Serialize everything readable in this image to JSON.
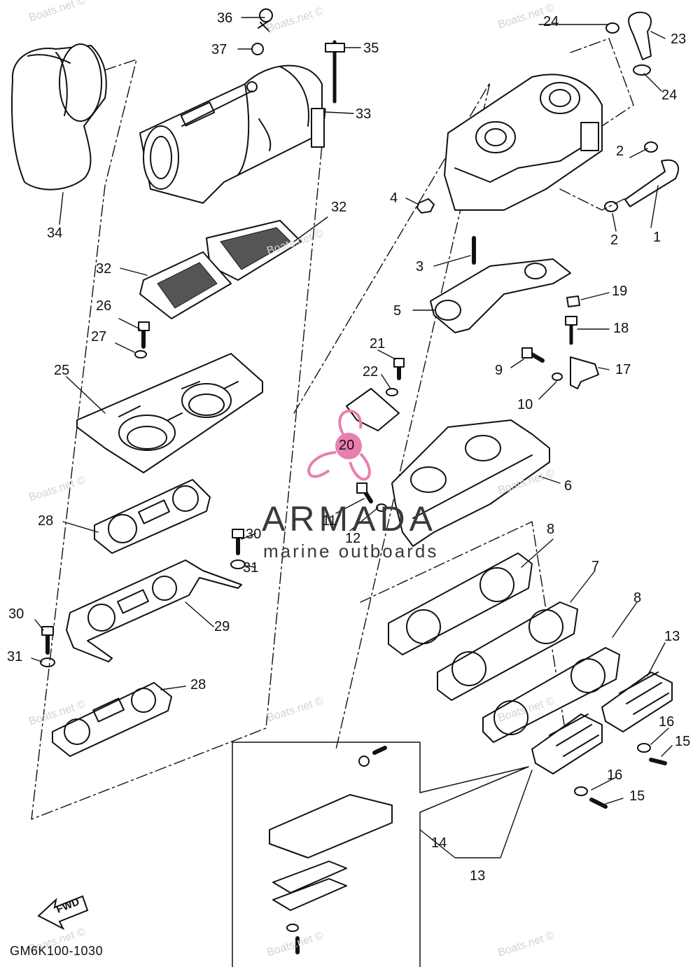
{
  "callouts": [
    {
      "id": "c1",
      "text": "1"
    },
    {
      "id": "c2a",
      "text": "2"
    },
    {
      "id": "c2b",
      "text": "2"
    },
    {
      "id": "c3",
      "text": "3"
    },
    {
      "id": "c4",
      "text": "4"
    },
    {
      "id": "c5",
      "text": "5"
    },
    {
      "id": "c6",
      "text": "6"
    },
    {
      "id": "c7",
      "text": "7"
    },
    {
      "id": "c8a",
      "text": "8"
    },
    {
      "id": "c8b",
      "text": "8"
    },
    {
      "id": "c9",
      "text": "9"
    },
    {
      "id": "c10",
      "text": "10"
    },
    {
      "id": "c11",
      "text": "11"
    },
    {
      "id": "c12",
      "text": "12"
    },
    {
      "id": "c13a",
      "text": "13"
    },
    {
      "id": "c13b",
      "text": "13"
    },
    {
      "id": "c14",
      "text": "14"
    },
    {
      "id": "c15a",
      "text": "15"
    },
    {
      "id": "c15b",
      "text": "15"
    },
    {
      "id": "c16a",
      "text": "16"
    },
    {
      "id": "c16b",
      "text": "16"
    },
    {
      "id": "c17",
      "text": "17"
    },
    {
      "id": "c18",
      "text": "18"
    },
    {
      "id": "c19",
      "text": "19"
    },
    {
      "id": "c20",
      "text": "20"
    },
    {
      "id": "c21",
      "text": "21"
    },
    {
      "id": "c22",
      "text": "22"
    },
    {
      "id": "c23",
      "text": "23"
    },
    {
      "id": "c24a",
      "text": "24"
    },
    {
      "id": "c24b",
      "text": "24"
    },
    {
      "id": "c25",
      "text": "25"
    },
    {
      "id": "c26",
      "text": "26"
    },
    {
      "id": "c27",
      "text": "27"
    },
    {
      "id": "c28a",
      "text": "28"
    },
    {
      "id": "c28b",
      "text": "28"
    },
    {
      "id": "c29",
      "text": "29"
    },
    {
      "id": "c30a",
      "text": "30"
    },
    {
      "id": "c30b",
      "text": "30"
    },
    {
      "id": "c31a",
      "text": "31"
    },
    {
      "id": "c31b",
      "text": "31"
    },
    {
      "id": "c32a",
      "text": "32"
    },
    {
      "id": "c32b",
      "text": "32"
    },
    {
      "id": "c33",
      "text": "33"
    },
    {
      "id": "c34",
      "text": "34"
    },
    {
      "id": "c35",
      "text": "35"
    },
    {
      "id": "c36",
      "text": "36"
    },
    {
      "id": "c37",
      "text": "37"
    }
  ],
  "diagram_code": "GM6K100-1030",
  "fwd_label": "FWD",
  "watermark": "Boats.net ©",
  "brand": {
    "name": "ARMADA",
    "tagline": "marine outboards",
    "accent": "#e87fb0",
    "text_color": "#3a3a3a"
  }
}
